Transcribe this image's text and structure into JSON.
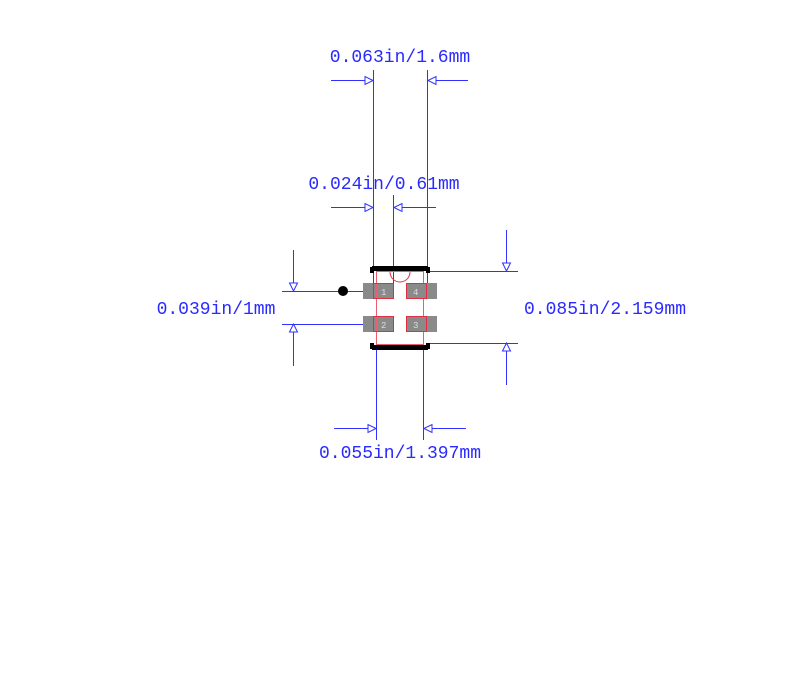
{
  "dimensions": {
    "top_width": "0.063in/1.6mm",
    "pad_width": "0.024in/0.61mm",
    "pitch": "0.039in/1mm",
    "height": "0.085in/2.159mm",
    "bottom_width": "0.055in/1.397mm"
  },
  "pads": [
    "1",
    "4",
    "2",
    "3"
  ],
  "colors": {
    "dimension": "#3030ff",
    "outline": "#e03040",
    "pad": "#8a8a8a",
    "silk": "#000000"
  }
}
